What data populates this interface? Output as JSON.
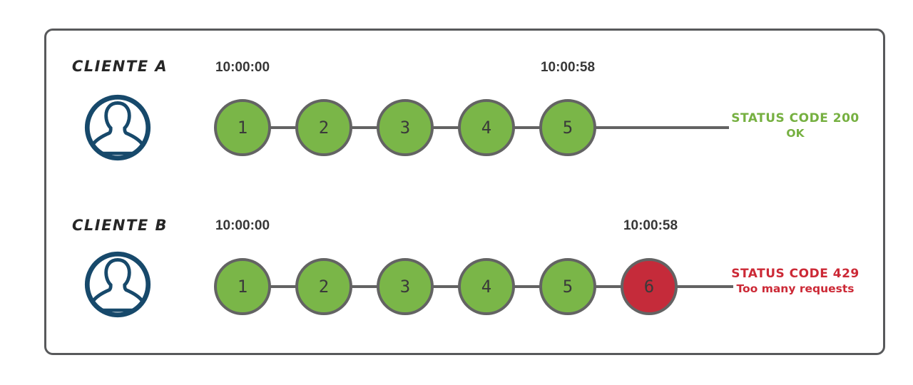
{
  "colors": {
    "ok": "#7ab648",
    "blocked": "#c52b3a",
    "stroke": "#636363",
    "frame-border": "#58595b",
    "avatar": "#17496b",
    "status-ok": "#76b041",
    "status-blocked": "#cc2936",
    "timestamp": "#373737",
    "label": "#262626"
  },
  "rows": [
    {
      "client": "CLIENTE A",
      "avatar_icon": "user-avatar-icon",
      "start_time": "10:00:00",
      "end_time": "10:00:58",
      "requests": [
        {
          "label": "1",
          "status": "ok"
        },
        {
          "label": "2",
          "status": "ok"
        },
        {
          "label": "3",
          "status": "ok"
        },
        {
          "label": "4",
          "status": "ok"
        },
        {
          "label": "5",
          "status": "ok"
        }
      ],
      "status": {
        "kind": "ok",
        "code_line": "STATUS CODE 200",
        "desc_line": "OK"
      }
    },
    {
      "client": "CLIENTE B",
      "avatar_icon": "user-avatar-icon",
      "start_time": "10:00:00",
      "end_time": "10:00:58",
      "requests": [
        {
          "label": "1",
          "status": "ok"
        },
        {
          "label": "2",
          "status": "ok"
        },
        {
          "label": "3",
          "status": "ok"
        },
        {
          "label": "4",
          "status": "ok"
        },
        {
          "label": "5",
          "status": "ok"
        },
        {
          "label": "6",
          "status": "blocked"
        }
      ],
      "status": {
        "kind": "blocked",
        "code_line": "STATUS CODE 429",
        "desc_line": "Too many requests"
      }
    }
  ]
}
